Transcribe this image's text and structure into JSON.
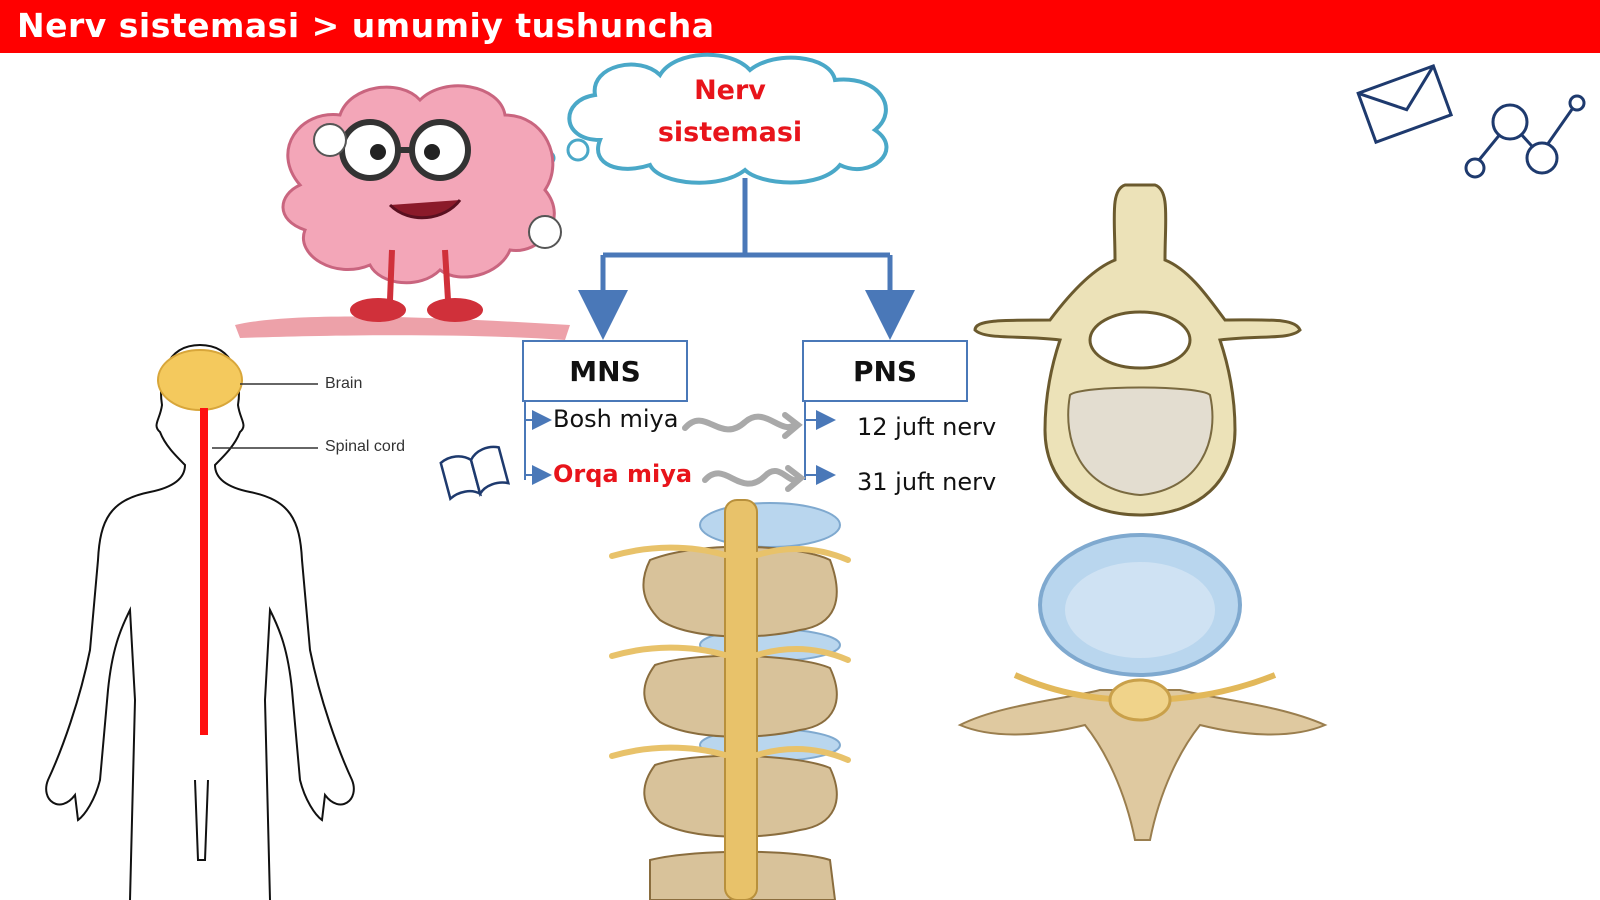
{
  "header": {
    "title": "Nerv sistemasi > umumiy tushuncha"
  },
  "cloud": {
    "line1": "Nerv",
    "line2": "sistemasi"
  },
  "mns": {
    "label": "MNS",
    "items": [
      "Bosh miya",
      "Orqa miya"
    ]
  },
  "pns": {
    "label": "PNS",
    "items": [
      "12 juft nerv",
      "31 juft nerv"
    ]
  },
  "body_diagram": {
    "brain_label": "Brain",
    "spinal_label": "Spinal cord"
  },
  "colors": {
    "header": "#ff0000",
    "accent_red": "#e8141b",
    "line_blue": "#4a78b8",
    "cloud_blue": "#4aa8c8"
  },
  "icons": [
    "envelope-icon",
    "molecule-icon",
    "open-book-icon"
  ]
}
